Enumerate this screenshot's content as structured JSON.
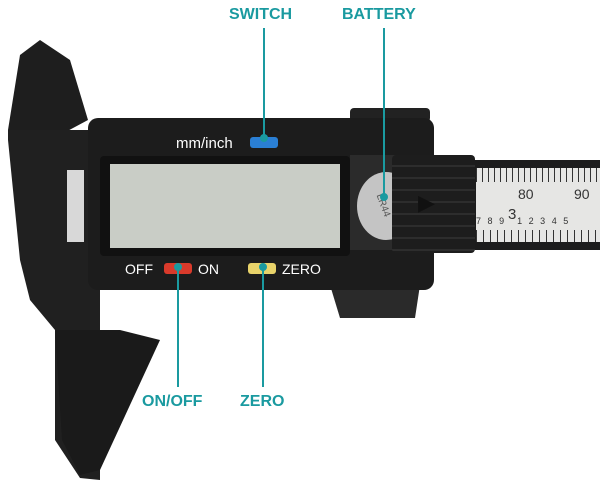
{
  "callouts": {
    "switch": "SWITCH",
    "battery": "BATTERY",
    "on_off": "ON/OFF",
    "zero": "ZERO"
  },
  "device": {
    "unit_label": "mm/inch",
    "off": "OFF",
    "on": "ON",
    "zero": "ZERO",
    "battery_text": "LR44"
  },
  "ruler": {
    "mm_labels": [
      "80",
      "90"
    ],
    "inch_major": "3",
    "inch_minor": [
      "7",
      "8",
      "9",
      "1",
      "2",
      "3",
      "4",
      "5"
    ]
  },
  "colors": {
    "accent": "#1a9aa0",
    "switch_button": "#2a7fd4",
    "onoff_button": "#d93a2b",
    "zero_button": "#e8d36a",
    "lcd": "#c9cdc6",
    "body": "#1c1c1c"
  }
}
